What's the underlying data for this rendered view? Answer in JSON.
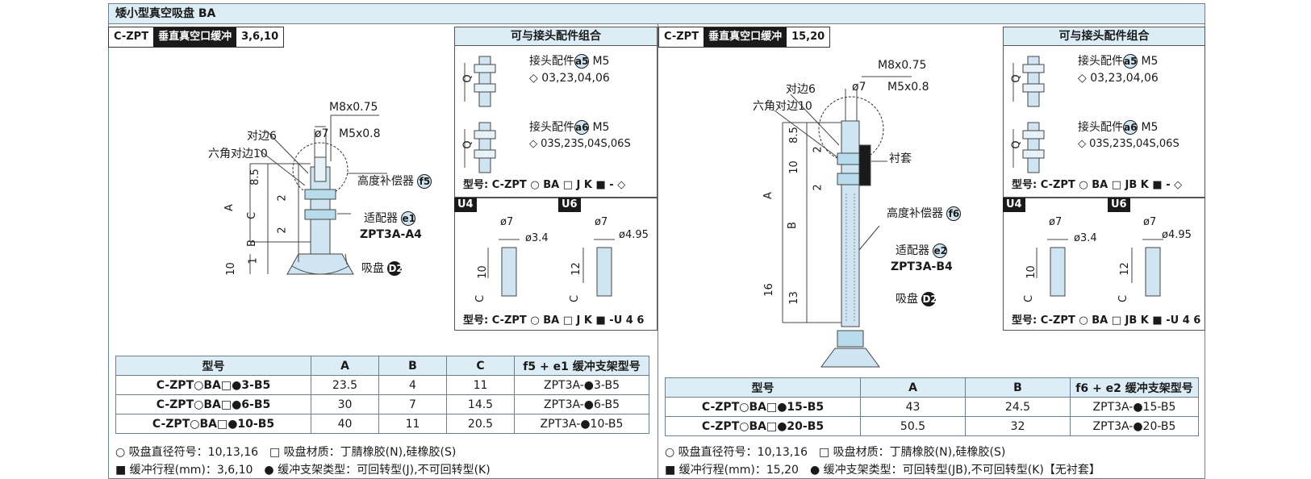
{
  "main_title": "矮小型真空吸盘 BA",
  "left": {
    "hdr": {
      "code": "C-ZPT",
      "name": "垂直真空口缓冲",
      "sizes": "3,6,10"
    },
    "combo_title": "可与接头配件组合",
    "combo_a5": {
      "label": "接头配件",
      "tag": "a5",
      "thread": "M5",
      "codes": "◇ 03,23,04,06"
    },
    "combo_a6": {
      "label": "接头配件",
      "tag": "a6",
      "thread": "M5",
      "codes": "◇ 03S,23S,04S,06S"
    },
    "combo_model": {
      "prefix": "型号: C-ZPT",
      "circle": "○",
      "ba": "BA",
      "box": "□",
      "jk": "J K",
      "tail": "■ - ◇"
    },
    "u4": "U4",
    "u6": "U6",
    "u_dims": {
      "u4_d": "ø7",
      "u4_d2": "ø3.4",
      "u4_h": "10",
      "u6_d": "ø7",
      "u6_d2": "ø4.95",
      "u6_h": "12",
      "c": "C"
    },
    "u_model": {
      "prefix": "型号: C-ZPT",
      "circle": "○",
      "ba": "BA",
      "box": "□",
      "jk": "J K",
      "tail": "■ -U",
      "sub": "4 6"
    },
    "drawing": {
      "m8": "M8x0.75",
      "d7": "ø7",
      "m5": "M5x0.8",
      "hex6": "对边6",
      "hex10": "六角对边10",
      "d85": "8.5",
      "d2a": "2",
      "d2b": "2",
      "dA": "A",
      "dC": "C",
      "dB": "B",
      "d1": "1",
      "d10": "10",
      "comp": "高度补偿器",
      "comp_tag": "f5",
      "adapter": "适配器",
      "adapter_tag": "e1",
      "adapter_code": "ZPT3A-A4",
      "pad": "吸盘",
      "pad_tag": "D2"
    },
    "table": {
      "headers": [
        "型号",
        "A",
        "B",
        "C",
        "f5 + e1 缓冲支架型号"
      ],
      "rows": [
        {
          "model": "C-ZPT○BA□●3-B5",
          "A": "23.5",
          "B": "4",
          "C": "11",
          "bracket": "ZPT3A-●3-B5"
        },
        {
          "model": "C-ZPT○BA□●6-B5",
          "A": "30",
          "B": "7",
          "C": "14.5",
          "bracket": "ZPT3A-●6-B5"
        },
        {
          "model": "C-ZPT○BA□●10-B5",
          "A": "40",
          "B": "11",
          "C": "20.5",
          "bracket": "ZPT3A-●10-B5"
        }
      ]
    },
    "legend1": "○ 吸盘直径符号：10,13,16　□ 吸盘材质：丁腈橡胶(N),硅橡胶(S)",
    "legend2": "■ 缓冲行程(mm)：3,6,10　● 缓冲支架类型：可回转型(J),不可回转型(K)"
  },
  "right": {
    "hdr": {
      "code": "C-ZPT",
      "name": "垂直真空口缓冲",
      "sizes": "15,20"
    },
    "combo_title": "可与接头配件组合",
    "combo_a5": {
      "label": "接头配件",
      "tag": "a5",
      "thread": "M5",
      "codes": "◇ 03,23,04,06"
    },
    "combo_a6": {
      "label": "接头配件",
      "tag": "a6",
      "thread": "M5",
      "codes": "◇ 03S,23S,04S,06S"
    },
    "combo_model": {
      "prefix": "型号: C-ZPT",
      "circle": "○",
      "ba": "BA",
      "box": "□",
      "jk": "JB K",
      "tail": "■ - ◇"
    },
    "u4": "U4",
    "u6": "U6",
    "u_dims": {
      "u4_d": "ø7",
      "u4_d2": "ø3.4",
      "u4_h": "10",
      "u6_d": "ø7",
      "u6_d2": "ø4.95",
      "u6_h": "12",
      "c": "C"
    },
    "u_model": {
      "prefix": "型号: C-ZPT",
      "circle": "○",
      "ba": "BA",
      "box": "□",
      "jk": "JB K",
      "tail": "■ -U",
      "sub": "4 6"
    },
    "drawing": {
      "m8": "M8x0.75",
      "d7": "ø7",
      "m5": "M5x0.8",
      "hex6": "对边6",
      "hex10": "六角对边10",
      "d85": "8.5",
      "d2a": "2",
      "d10": "10",
      "d2b": "2",
      "dA": "A",
      "dB": "B",
      "d16": "16",
      "d13": "13",
      "sleeve": "衬套",
      "comp": "高度补偿器",
      "comp_tag": "f6",
      "adapter": "适配器",
      "adapter_tag": "e2",
      "adapter_code": "ZPT3A-B4",
      "pad": "吸盘",
      "pad_tag": "D2"
    },
    "table": {
      "headers": [
        "型号",
        "A",
        "B",
        "f6 + e2 缓冲支架型号"
      ],
      "rows": [
        {
          "model": "C-ZPT○BA□●15-B5",
          "A": "43",
          "B": "24.5",
          "bracket": "ZPT3A-●15-B5"
        },
        {
          "model": "C-ZPT○BA□●20-B5",
          "A": "50.5",
          "B": "32",
          "bracket": "ZPT3A-●20-B5"
        }
      ]
    },
    "legend1": "○ 吸盘直径符号：10,13,16　□ 吸盘材质：丁腈橡胶(N),硅橡胶(S)",
    "legend2": "■ 缓冲行程(mm)：15,20　● 缓冲支架类型：可回转型(JB),不可回转型(K)【无衬套】"
  }
}
